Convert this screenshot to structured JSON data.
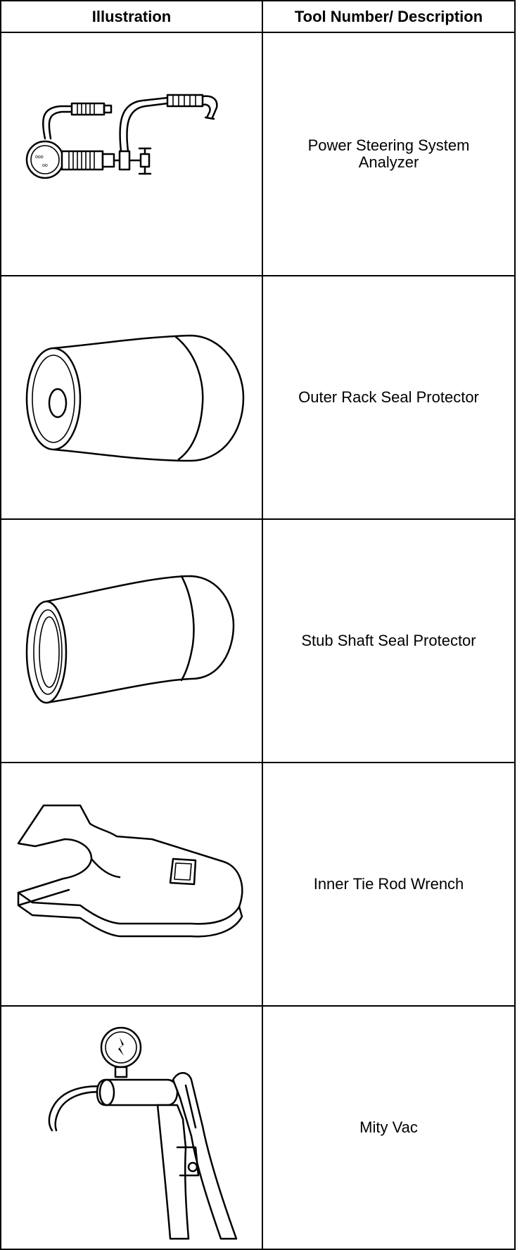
{
  "table": {
    "headers": {
      "illustration": "Illustration",
      "description": "Tool Number/ Description"
    },
    "rows": [
      {
        "description_line1": "Power Steering System",
        "description_line2": "Analyzer",
        "icon": "power-steering-analyzer-icon"
      },
      {
        "description_line1": "Outer Rack Seal Protector",
        "description_line2": "",
        "icon": "outer-rack-seal-protector-icon"
      },
      {
        "description_line1": "Stub Shaft Seal Protector",
        "description_line2": "",
        "icon": "stub-shaft-seal-protector-icon"
      },
      {
        "description_line1": "Inner Tie Rod Wrench",
        "description_line2": "",
        "icon": "inner-tie-rod-wrench-icon"
      },
      {
        "description_line1": "Mity Vac",
        "description_line2": "",
        "icon": "mity-vac-icon"
      }
    ]
  }
}
